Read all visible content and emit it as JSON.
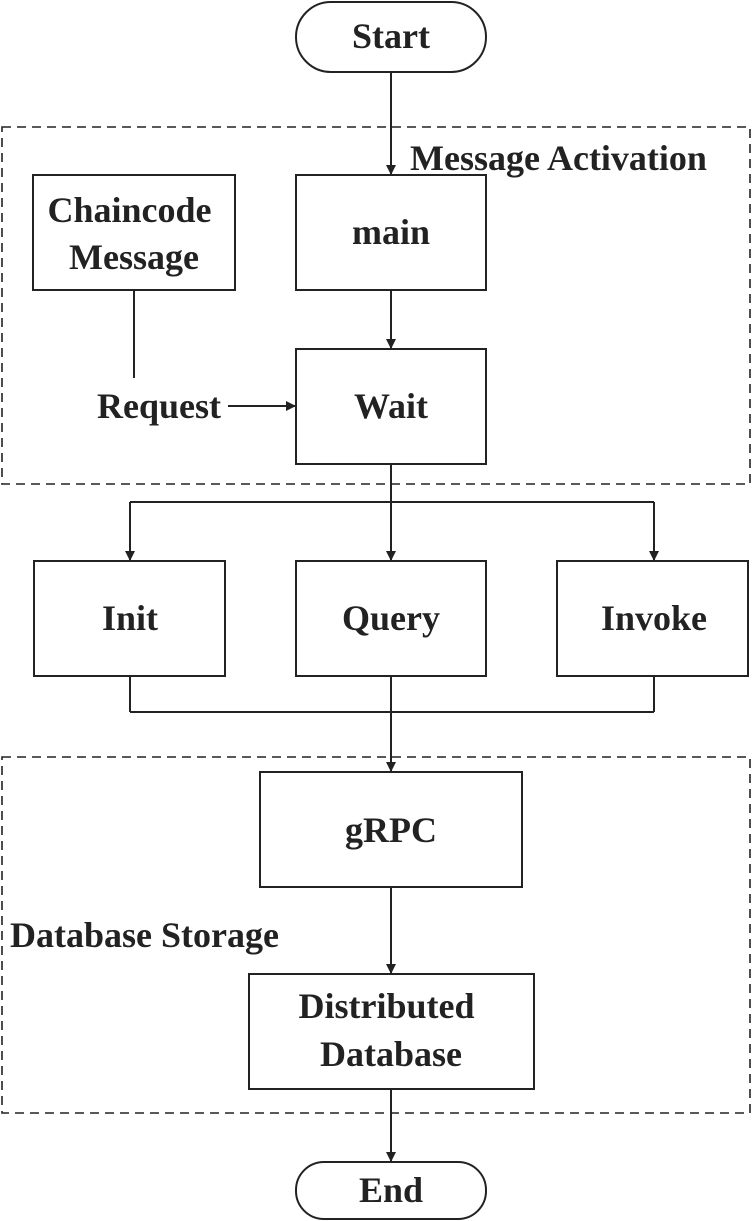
{
  "nodes": {
    "start": "Start",
    "main": "main",
    "chaincode_message": [
      "Chaincode",
      "Message"
    ],
    "request": "Request",
    "wait": "Wait",
    "init": "Init",
    "query": "Query",
    "invoke": "Invoke",
    "grpc": "gRPC",
    "distributed_database": [
      "Distributed",
      "Database"
    ],
    "end": "End"
  },
  "groups": {
    "message_activation": "Message Activation",
    "database_storage": "Database Storage"
  },
  "colors": {
    "stroke": "#222222",
    "background": "#ffffff"
  }
}
